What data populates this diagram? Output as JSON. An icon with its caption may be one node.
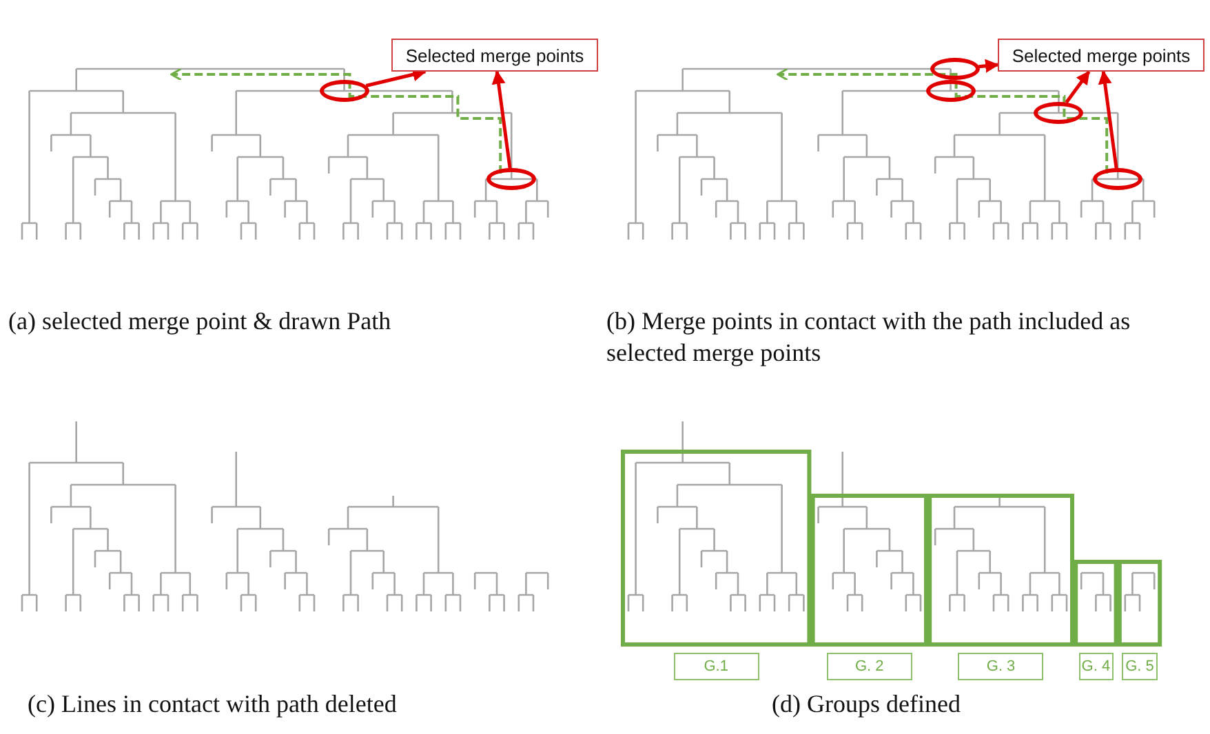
{
  "diagram": {
    "nodes": [
      {
        "text": [
          "Selected merge points"
        ]
      },
      {
        "text": [],
        "shape": "ellipse"
      },
      {
        "text": [],
        "shape": "ellipse"
      },
      {
        "text": [
          "Selected merge points"
        ]
      },
      {
        "text": [],
        "shape": "ellipse"
      },
      {
        "text": [],
        "shape": "ellipse"
      },
      {
        "text": [],
        "shape": "ellipse"
      },
      {
        "text": [],
        "shape": "ellipse"
      },
      {
        "text": [
          "G.1"
        ]
      },
      {
        "text": [
          "G. 2"
        ]
      },
      {
        "text": [
          "G. 3"
        ]
      },
      {
        "text": [
          "G. 4"
        ]
      },
      {
        "text": [
          "G. 5"
        ]
      }
    ],
    "edges": [
      {
        "from": 1,
        "to": 0,
        "arrow": "to"
      },
      {
        "from": 2,
        "to": 0,
        "arrow": "to"
      },
      {
        "from": 4,
        "to": 3,
        "arrow": "to"
      },
      {
        "from": 6,
        "to": 3,
        "arrow": "to"
      },
      {
        "from": 7,
        "to": 3,
        "arrow": "to"
      }
    ],
    "labels": [
      "(a) selected merge point & drawn Path",
      "(b) Merge points in contact with the path included as selected merge points",
      "(c) Lines in contact with path deleted",
      "(d) Groups defined"
    ]
  }
}
